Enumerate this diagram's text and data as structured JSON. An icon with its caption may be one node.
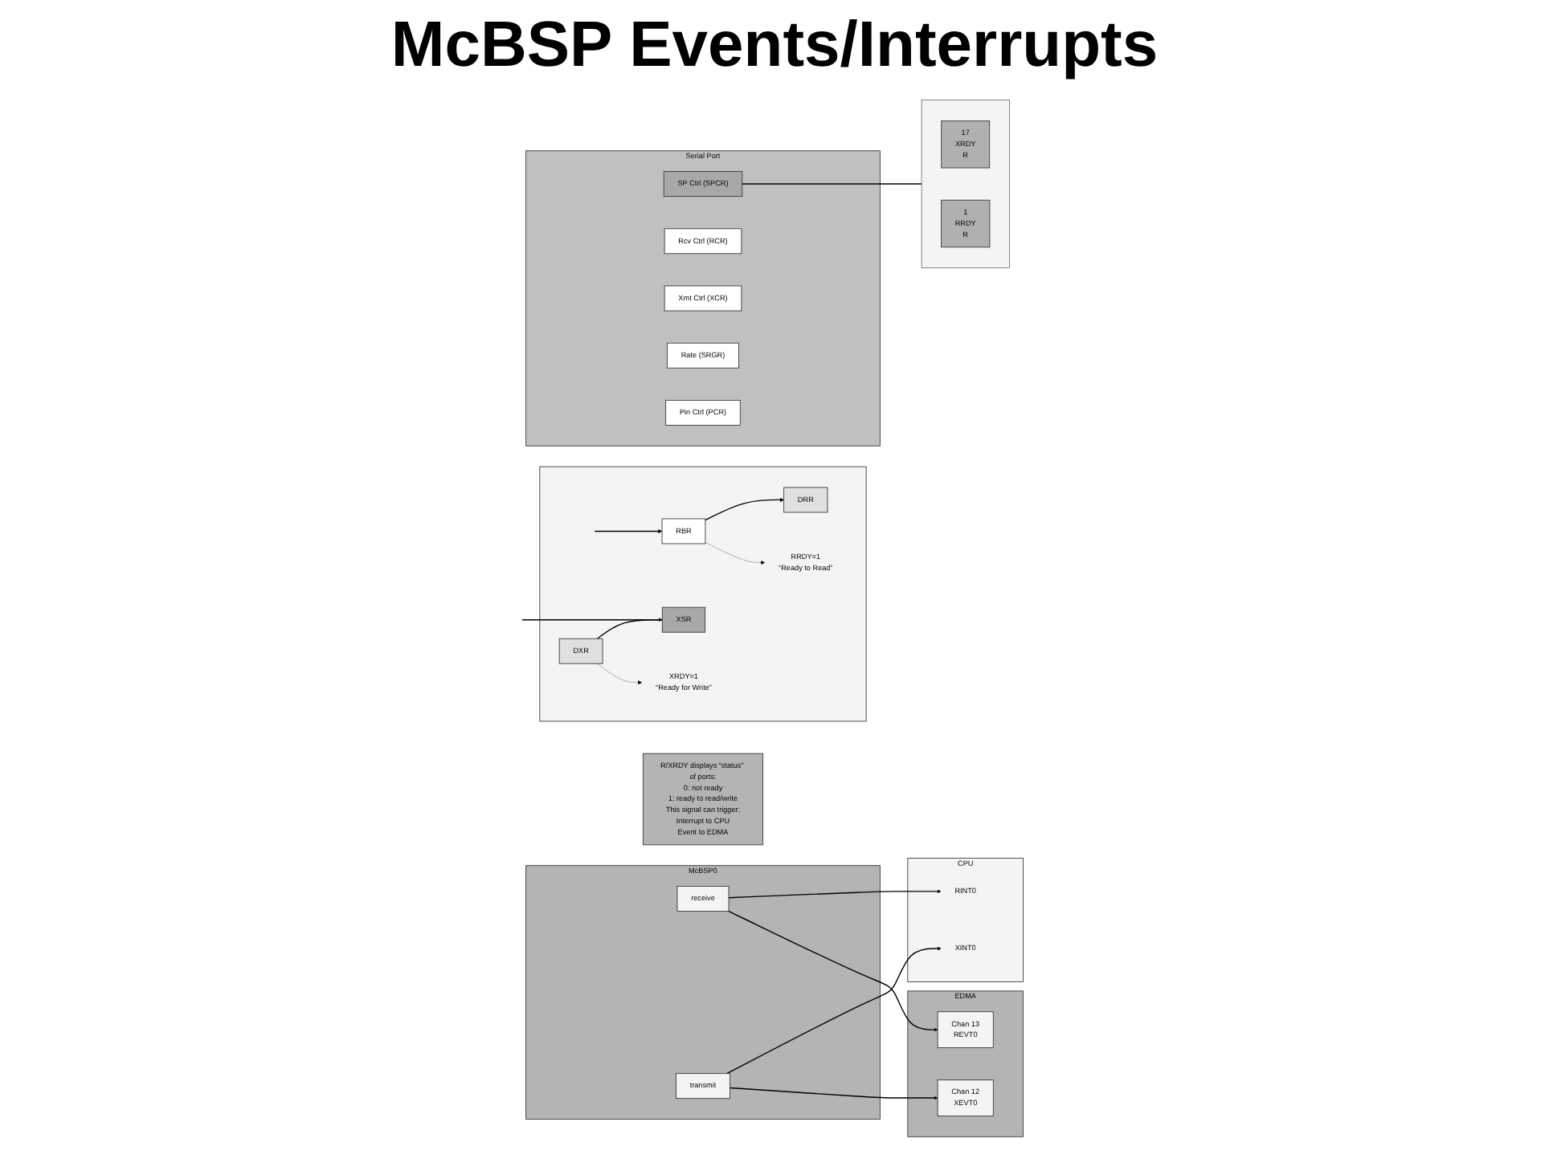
{
  "diagram": {
    "title": "McBSP Events/Interrupts",
    "nodes": [
      {
        "text": [],
        "shape": "box"
      },
      {
        "text": [
          "RBR"
        ],
        "in": 0
      },
      {
        "text": [
          "DRR"
        ],
        "in": 0
      },
      {
        "text": [
          "RRDY=1",
          "“Ready to Read”"
        ],
        "in": 0
      },
      {
        "text": [
          "XSR"
        ],
        "in": 0
      },
      {
        "text": [
          "DXR"
        ],
        "in": 0
      },
      {
        "text": [
          "XRDY=1",
          "“Ready for Write”"
        ],
        "in": 0
      },
      {
        "text": [
          "R/XRDY displays “status” of ports:",
          "0: not ready",
          "1: ready to read/write",
          "This signal can trigger:",
          "Interrupt to CPU",
          "Event to EDMA"
        ]
      },
      {
        "text": [
          "CPU"
        ]
      },
      {
        "text": [
          "RINT0"
        ],
        "in": 8
      },
      {
        "text": [
          "XINT0"
        ],
        "in": 8
      },
      {
        "text": [
          "McBSP0"
        ]
      },
      {
        "text": [
          "receive"
        ],
        "in": 11
      },
      {
        "text": [
          "transmit"
        ],
        "in": 11
      },
      {
        "text": [
          "EDMA"
        ]
      },
      {
        "text": [
          "Chan 12",
          "XEVT0"
        ],
        "in": 14
      },
      {
        "text": [
          "Chan 13",
          "REVT0"
        ],
        "in": 14
      },
      {
        "text": [
          "Serial Port"
        ]
      },
      {
        "text": [
          "SP Ctrl (SPCR)"
        ],
        "in": 17
      },
      {
        "text": [
          "Rcv Ctrl (RCR)"
        ],
        "in": 17
      },
      {
        "text": [
          "Xmt Ctrl (XCR)"
        ],
        "in": 17
      },
      {
        "text": [
          "Rate (SRGR)"
        ],
        "in": 17
      },
      {
        "text": [
          "Pin Ctrl (PCR)"
        ],
        "in": 17
      },
      {
        "text": [],
        "shape": "bar"
      },
      {
        "text": [
          "17",
          "XRDY",
          "R"
        ],
        "in": 23
      },
      {
        "text": [
          "1",
          "RRDY",
          "R"
        ],
        "in": 23
      }
    ],
    "edges": [
      {
        "from": null,
        "to": 1,
        "arrow": "to"
      },
      {
        "from": 1,
        "to": 2,
        "arrow": "to"
      },
      {
        "from": 1,
        "to": 3,
        "arrow": "to",
        "style": "dashed"
      },
      {
        "from": 5,
        "to": 4,
        "arrow": "to"
      },
      {
        "from": 4,
        "to": null,
        "arrow": "to"
      },
      {
        "from": 5,
        "to": 6,
        "arrow": "to",
        "style": "dashed"
      },
      {
        "from": 12,
        "to": 9,
        "arrow": "to"
      },
      {
        "from": 13,
        "to": 10,
        "arrow": "to"
      },
      {
        "from": 13,
        "to": 15,
        "arrow": "to"
      },
      {
        "from": 12,
        "to": 16,
        "arrow": "to"
      },
      {
        "from": 18,
        "to": 23,
        "arrow": "none"
      }
    ]
  }
}
